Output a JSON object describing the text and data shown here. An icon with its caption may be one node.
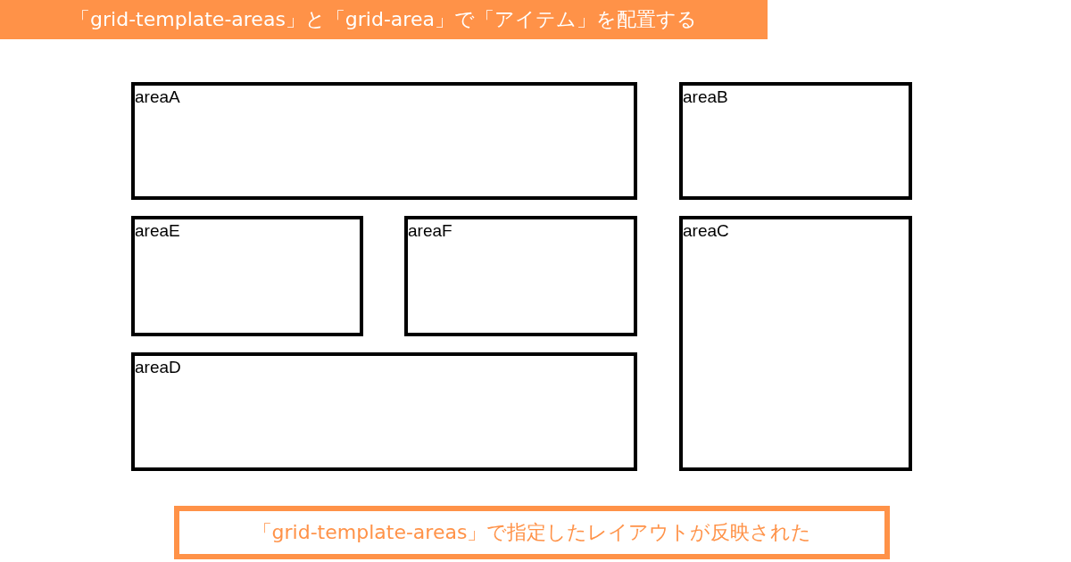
{
  "diagram": {
    "title": "「grid-template-areas」と「grid-area」で「アイテム」を配置する",
    "caption": "「grid-template-areas」で指定したレイアウトが反映された",
    "nodes": [
      {
        "text": [
          "areaA"
        ]
      },
      {
        "text": [
          "areaB"
        ]
      },
      {
        "text": [
          "areaE"
        ]
      },
      {
        "text": [
          "areaF"
        ]
      },
      {
        "text": [
          "areaC"
        ]
      },
      {
        "text": [
          "areaD"
        ]
      }
    ]
  }
}
